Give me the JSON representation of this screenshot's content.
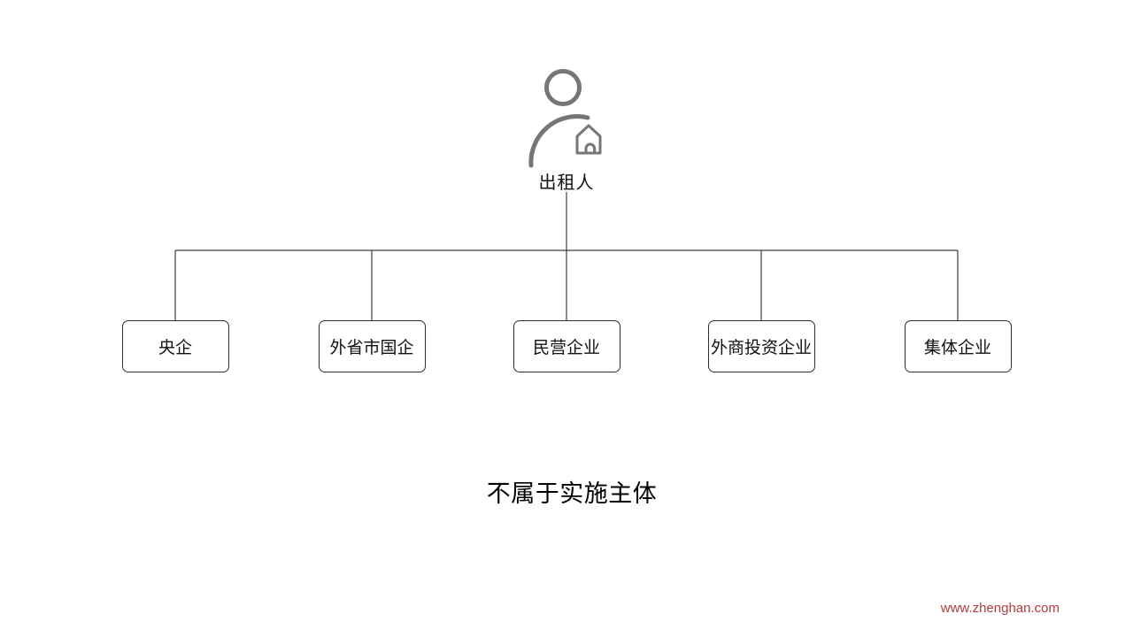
{
  "page": {
    "background": "#ffffff"
  },
  "org_chart": {
    "root": {
      "label": "出租人",
      "icon": "person-with-house-icon"
    },
    "children": [
      {
        "label": "央企"
      },
      {
        "label": "外省市国企"
      },
      {
        "label": "民营企业"
      },
      {
        "label": "外商投资企业"
      },
      {
        "label": "集体企业"
      }
    ]
  },
  "caption": {
    "text": "不属于实施主体"
  },
  "footer": {
    "url_text": "www.zhenghan.com"
  },
  "colors": {
    "line": "#3f3f3f",
    "box_border": "#2f2f2f",
    "icon": "#767676",
    "text": "#111111",
    "accent_red": "#b23c3c"
  }
}
